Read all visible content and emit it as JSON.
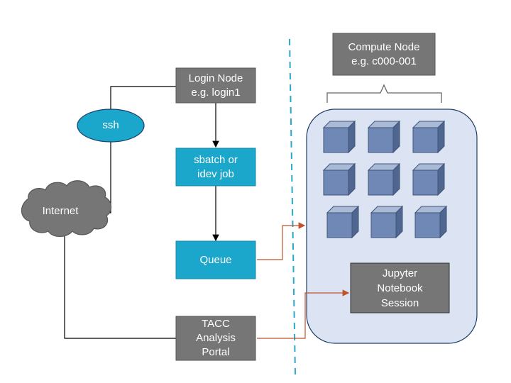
{
  "diagram": {
    "compute_node_label": "Compute Node\ne.g. c000-001",
    "login_node_label": "Login Node\ne.g. login1",
    "ssh_label": "ssh",
    "internet_label": "Internet",
    "batch_job_label": "sbatch or\nidev job",
    "queue_label": "Queue",
    "portal_label": "TACC\nAnalysis\nPortal",
    "jupyter_label": "Jupyter\nNotebook\nSession",
    "colors": {
      "gray_box": "#767676",
      "teal_box": "#1ba6cc",
      "cluster_fill": "#dce4f4",
      "cluster_border": "#1b3e6a",
      "cube_front": "#6f88b6",
      "cube_top": "#a9bad6",
      "cube_side": "#4f6691",
      "cube_edge": "#3f5478",
      "orange_connector": "#c0522e",
      "divider": "#2aa7cc"
    }
  }
}
